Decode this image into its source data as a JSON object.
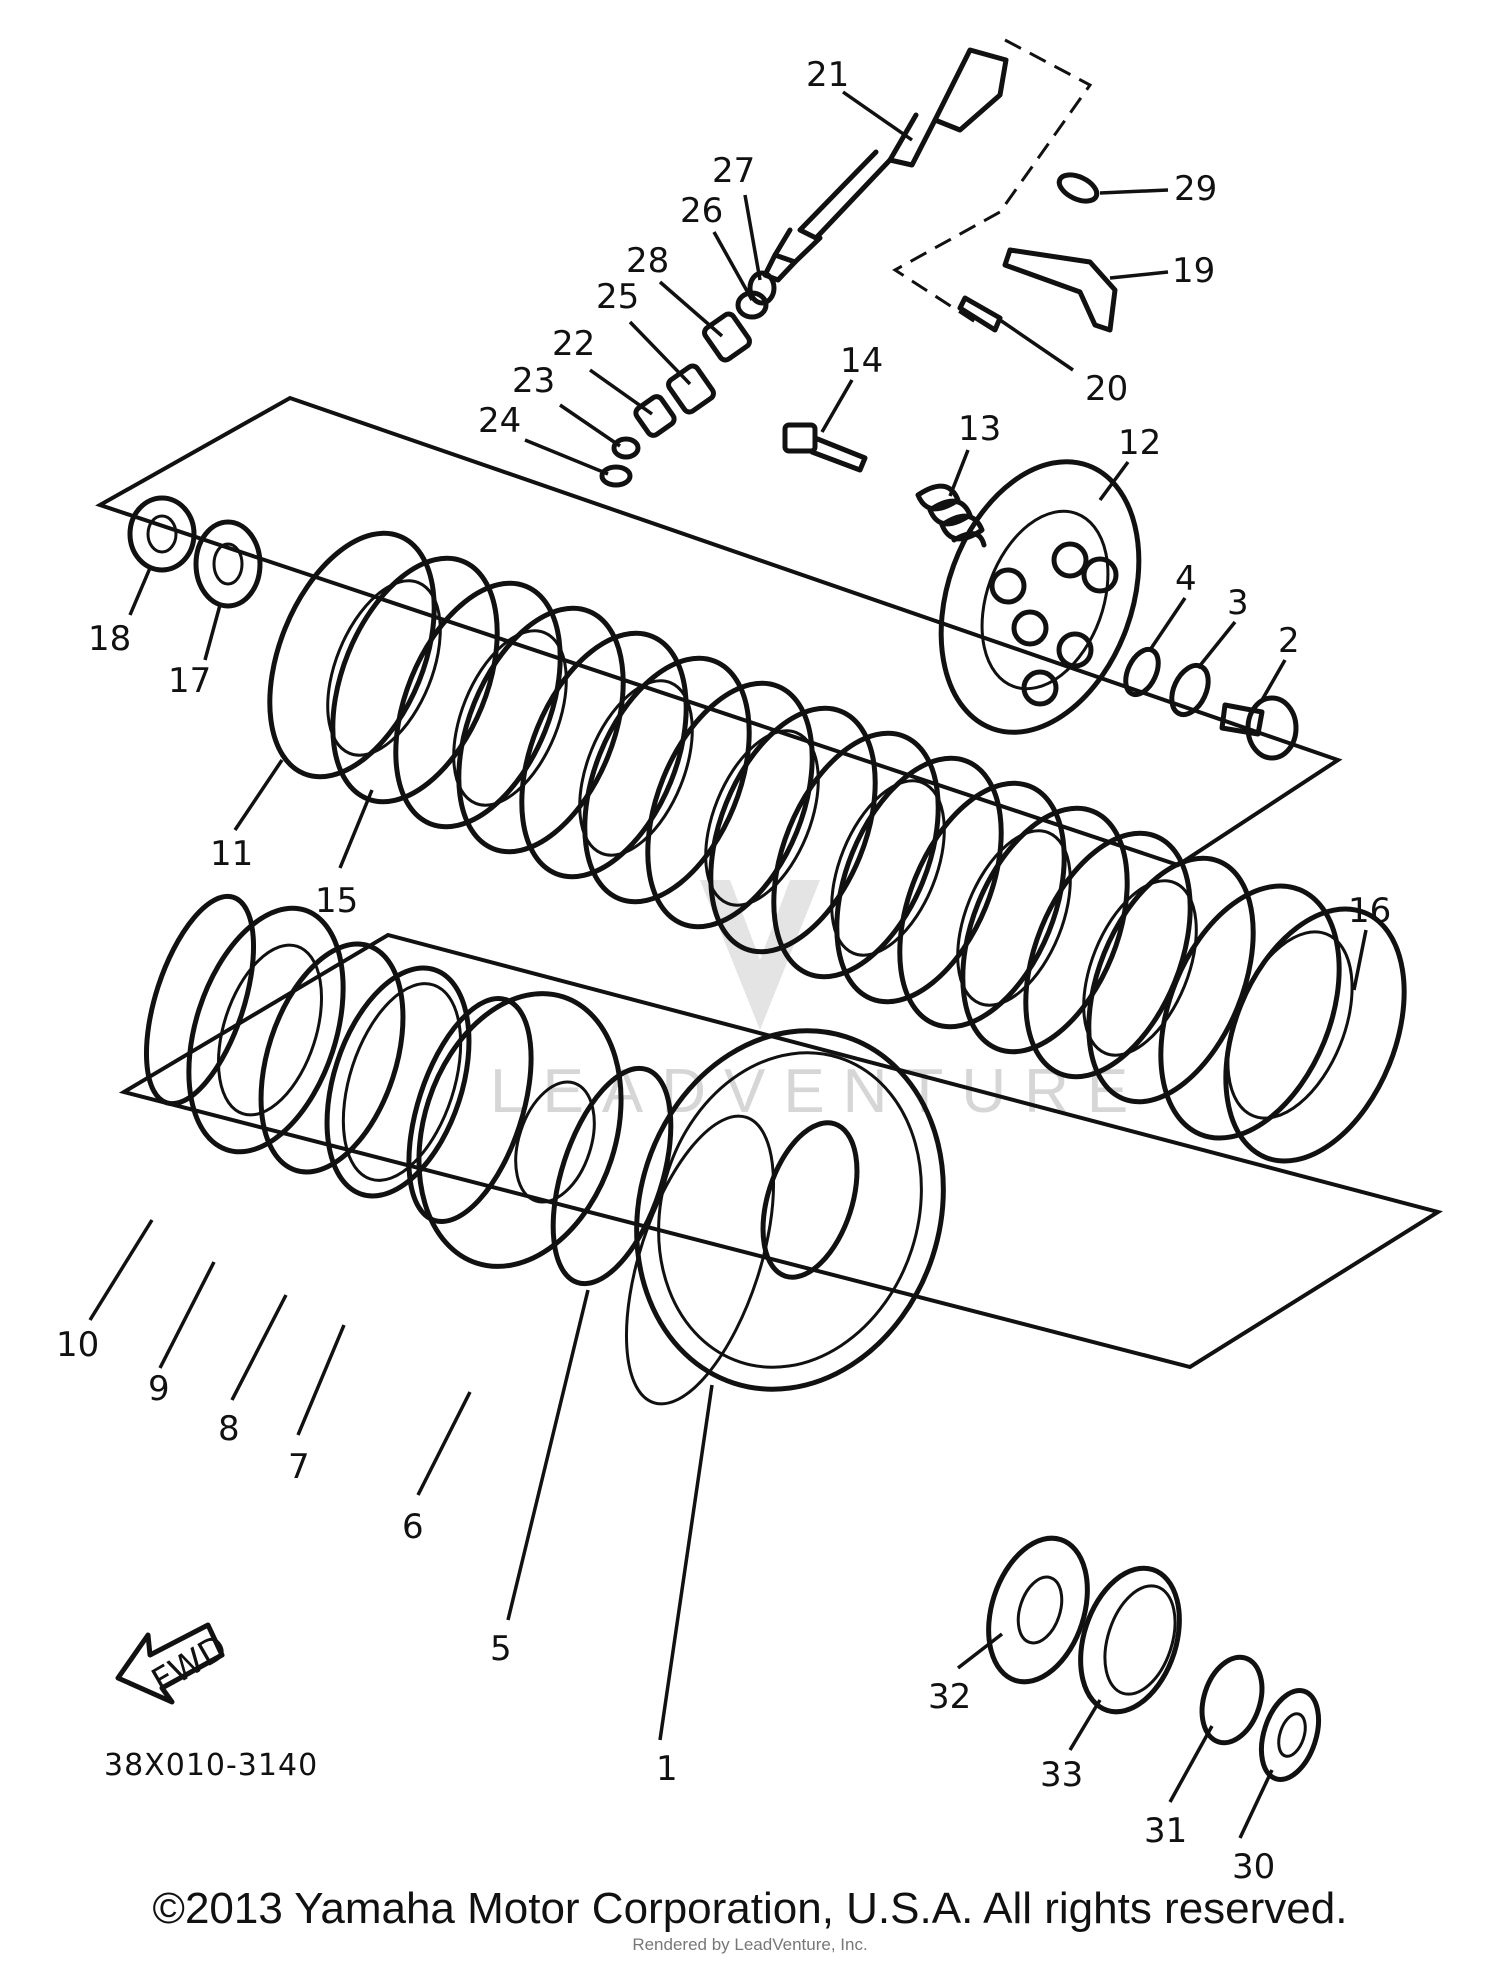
{
  "diagram": {
    "reference_code": "38X010-3140",
    "watermark": "LEADVENTURE",
    "fwd_label": "FWD",
    "copyright": "©2013 Yamaha Motor Corporation, U.S.A. All rights reserved.",
    "rendered_by": "Rendered by LeadVenture, Inc.",
    "callouts": [
      "1",
      "2",
      "3",
      "4",
      "5",
      "6",
      "7",
      "8",
      "9",
      "10",
      "11",
      "12",
      "13",
      "14",
      "15",
      "16",
      "17",
      "18",
      "19",
      "20",
      "21",
      "22",
      "23",
      "24",
      "25",
      "26",
      "27",
      "28",
      "29",
      "30",
      "31",
      "32",
      "33"
    ]
  }
}
